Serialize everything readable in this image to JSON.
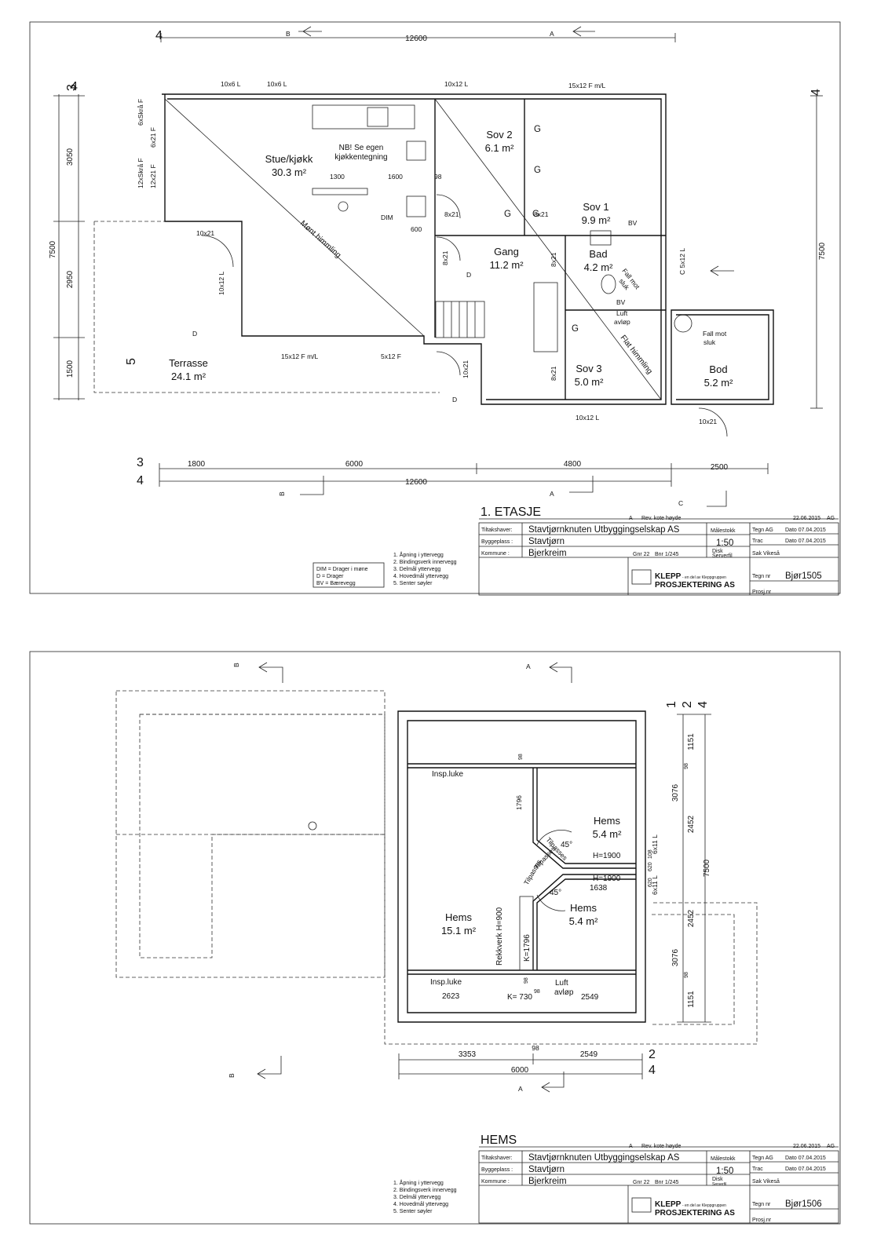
{
  "sheet1": {
    "drawing_title": "1. ETASJE",
    "rooms": [
      {
        "name": "Stue/kjøkk",
        "area": "30.3 m²"
      },
      {
        "name": "Sov 2",
        "area": "6.1 m²"
      },
      {
        "name": "Sov 1",
        "area": "9.9 m²"
      },
      {
        "name": "Gang",
        "area": "11.2 m²"
      },
      {
        "name": "Bad",
        "area": "4.2 m²"
      },
      {
        "name": "Sov 3",
        "area": "5.0 m²"
      },
      {
        "name": "Terrasse",
        "area": "24.1 m²"
      },
      {
        "name": "Bod",
        "area": "5.2 m²"
      }
    ],
    "notes": {
      "kitchen_note_1": "NB! Se egen",
      "kitchen_note_2": "kjøkkentegning",
      "ceiling_1": "Mønt himmling",
      "ceiling_2": "Flat himmling",
      "drain_1": "Fall mot",
      "drain_1b": "sluk",
      "drain_2": "Fall mot",
      "drain_2b": "sluk",
      "vent_1": "Luft",
      "vent_2": "avløp"
    },
    "labels": {
      "top_10x6_a": "10x6 L",
      "top_10x6_b": "10x6 L",
      "top_10x12": "10x12 L",
      "top_15x12": "15x12 F m/L",
      "left_6xskra": "6xSkrå F",
      "left_6x21": "6x21 F",
      "left_12xskra": "12xSkrå F",
      "left_12x21": "12x21 F",
      "d_10x21_a": "10x21",
      "d_10x12_l": "10x12 L",
      "d_8x21_a": "8x21",
      "d_8x21_b": "8x21",
      "d_8x21_c": "8x21",
      "d_8x21_d": "8x21",
      "d_8x21_e": "8x21",
      "d_10x21_b": "10x21",
      "d_10x21_c": "10x21",
      "w_c5x12": "C 5x12 L",
      "w_15x12_fml": "15x12 F m/L",
      "w_5x12": "5x12 F",
      "w_10x12_bot": "10x12 L",
      "dim_1300": "1300",
      "dim_1600": "1600",
      "dim_98": "98",
      "dim_600": "600",
      "DIM": "DIM",
      "D1": "D",
      "D2": "D",
      "D3": "D",
      "BV1": "BV",
      "BV2": "BV",
      "G1": "G",
      "G2": "G",
      "G3": "G",
      "G4": "G",
      "G5": "G"
    },
    "dimensions": {
      "top_total": "12600",
      "bot_total": "12600",
      "bot_1800": "1800",
      "bot_6000": "6000",
      "bot_4800": "4800",
      "bot_2500": "2500",
      "left_3050": "3050",
      "left_7500": "7500",
      "left_2950": "2950",
      "left_1500": "1500",
      "right_7500": "7500"
    },
    "axes": {
      "a4_top": "4",
      "a4_left": "4",
      "a3_left": "3",
      "a4_right": "4",
      "a5_left": "5",
      "a3_bot": "3",
      "a4_bot": "4"
    },
    "section_marks": {
      "b_top": "B",
      "a_top": "A",
      "b_bot": "B",
      "a_bot": "A",
      "c_right": "C",
      "c_bot": "C"
    },
    "legend": [
      "DIM = Drager i møne",
      "D    = Drager",
      "BV  = Bærevegg"
    ],
    "numbered_notes": [
      "1. Åpning i yttervegg",
      "2. Bindingsverk innervegg",
      "3. Delmål yttervegg",
      "4. Hovedmål yttervegg",
      "5. Senter søyler"
    ],
    "title_block": {
      "rev_letter": "A",
      "rev_text": "Rev. kote høyde",
      "rev_date": "22.06.2015",
      "rev_sign": "AG",
      "owner_label": "Tiltakshaver:",
      "owner": "Stavtjørnknuten Utbyggingselskap AS",
      "site_label": "Byggeplass :",
      "site": "Stavtjørn",
      "municipality_label": "Kommune :",
      "municipality": "Bjerkreim",
      "gnr": "Gnr 22",
      "bnr": "Bnr 1/245",
      "scale_label": "Målestokk",
      "scale": "1:50",
      "disk_label": "Disk",
      "disk_sub": "Serverfil",
      "drawn": "Tegn  AG",
      "drawn_date": "Dato  07.04.2015",
      "traced": "Trac",
      "traced_date": "Dato  07.04.2015",
      "case": "Sak  Vikeså",
      "drawing_no_label": "Tegn nr",
      "drawing_no": "Bjør1505",
      "project_label": "Prosj.nr",
      "firm_1": "KLEPP",
      "firm_2": "PROSJEKTERING AS",
      "firm_tag": "- en del av Kleppgruppen"
    }
  },
  "sheet2": {
    "drawing_title": "HEMS",
    "rooms": [
      {
        "name": "Hems",
        "area": "5.4 m²"
      },
      {
        "name": "Hems",
        "area": "5.4 m²"
      },
      {
        "name": "Hems",
        "area": "15.1 m²"
      }
    ],
    "labels": {
      "insp_1": "Insp.luke",
      "insp_2": "Insp.luke",
      "tilpasses_1": "Tilpasses",
      "tilpasses_2": "Tilpasses",
      "tilpasses_3": "Tilpasses",
      "ang_1": "45°",
      "ang_2": "45°",
      "h1900_a": "H=1900",
      "h1900_b": "H=1900",
      "d1638": "1638",
      "rekkverk": "Rekkverk H=900",
      "k1796": "K=1796",
      "k730": "K= 730",
      "luft": "Luft",
      "avlop": "avløp",
      "d6x11_a": "6x11 L",
      "d6x11_b": "6x11 L",
      "d98_a": "98",
      "d98_b": "98",
      "d98_c": "98",
      "d1796": "1796",
      "d2623": "2623",
      "d2549_in": "2549",
      "d108": "108",
      "d620": "620",
      "d620_b": "620"
    },
    "dimensions": {
      "r_1151_a": "1151",
      "r_98_a": "98",
      "r_3076_a": "3076",
      "r_2452_a": "2452",
      "r_2452_b": "2452",
      "r_3076_b": "3076",
      "r_98_b": "98",
      "r_1151_b": "1151",
      "r_7500": "7500",
      "b_3353": "3353",
      "b_98": "98",
      "b_2549": "2549",
      "b_6000": "6000"
    },
    "axes": {
      "a1": "1",
      "a2": "2",
      "a4": "4",
      "b2": "2",
      "b4": "4"
    },
    "section_marks": {
      "b_top": "B",
      "a_top": "A",
      "b_bot": "B",
      "a_bot": "A"
    },
    "numbered_notes": [
      "1. Åpning i yttervegg",
      "2. Bindingsverk innervegg",
      "3. Delmål yttervegg",
      "4. Hovedmål yttervegg",
      "5. Senter søyler"
    ],
    "title_block": {
      "rev_letter": "A",
      "rev_text": "Rev. kote høyde",
      "rev_date": "22.06.2015",
      "rev_sign": "AG",
      "owner_label": "Tiltakshaver:",
      "owner": "Stavtjørnknuten Utbyggingselskap AS",
      "site_label": "Byggeplass :",
      "site": "Stavtjørn",
      "municipality_label": "Kommune :",
      "municipality": "Bjerkreim",
      "gnr": "Gnr 22",
      "bnr": "Bnr 1/245",
      "scale_label": "Målestokk",
      "scale": "1:50",
      "disk_label": "Disk",
      "disk_sub": "Serverfil",
      "drawn": "Tegn  AG",
      "drawn_date": "Dato  07.04.2015",
      "traced": "Trac",
      "traced_date": "Dato  07.04.2015",
      "case": "Sak  Vikeså",
      "drawing_no_label": "Tegn nr",
      "drawing_no": "Bjør1506",
      "project_label": "Prosj.nr",
      "firm_1": "KLEPP",
      "firm_2": "PROSJEKTERING AS",
      "firm_tag": "- en del av Kleppgruppen"
    }
  }
}
